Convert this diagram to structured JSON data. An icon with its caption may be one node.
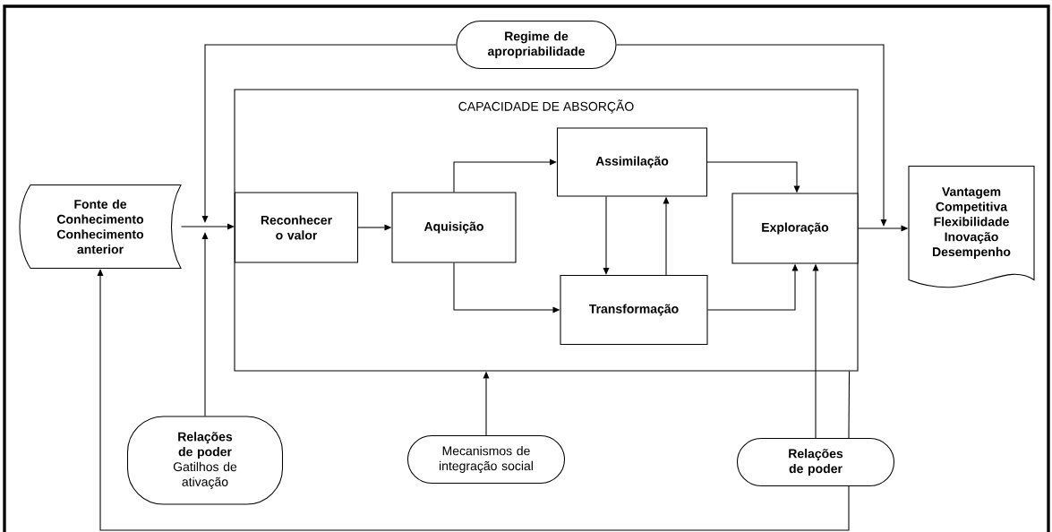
{
  "diagram": {
    "nodes": [
      {
        "text": [
          "Fonte de Conhecimento Conhecimento anterior"
        ]
      },
      {
        "text": [
          "Regime de apropriabilidade"
        ]
      },
      {
        "text": [
          "CAPACIDADE DE ABSORÇÃO"
        ]
      },
      {
        "text": [
          "Reconhecer o valor"
        ],
        "in": 2
      },
      {
        "text": [
          "Aquisição"
        ],
        "in": 2
      },
      {
        "text": [
          "Assimilação"
        ],
        "in": 2
      },
      {
        "text": [
          "Transformação"
        ],
        "in": 2
      },
      {
        "text": [
          "Exploração"
        ],
        "in": 2
      },
      {
        "text": [
          "Vantagem Competitiva Flexibilidade Inovação Desempenho"
        ]
      },
      {
        "text": [
          "Relações de poder",
          "Gatilhos de ativação"
        ]
      },
      {
        "text": [
          "Mecanismos de integração social"
        ]
      },
      {
        "text": [
          "Relações de poder"
        ]
      }
    ],
    "edges": [
      {
        "from": 0,
        "to": 3,
        "arrow": "to"
      },
      {
        "from": 1,
        "to": null,
        "arrow": "to"
      },
      {
        "from": 1,
        "to": null,
        "arrow": "to"
      },
      {
        "from": 9,
        "to": null,
        "arrow": "to"
      },
      {
        "from": 3,
        "to": 4,
        "arrow": "to"
      },
      {
        "from": 4,
        "to": 5,
        "arrow": "to"
      },
      {
        "from": 4,
        "to": 6,
        "arrow": "to"
      },
      {
        "from": 5,
        "to": 6,
        "arrow": "to"
      },
      {
        "from": 6,
        "to": 5,
        "arrow": "to"
      },
      {
        "from": 5,
        "to": 7,
        "arrow": "to"
      },
      {
        "from": 6,
        "to": 7,
        "arrow": "to"
      },
      {
        "from": 7,
        "to": 8,
        "arrow": "to"
      },
      {
        "from": 10,
        "to": 2,
        "arrow": "to"
      },
      {
        "from": 11,
        "to": 7,
        "arrow": "to"
      },
      {
        "from": 2,
        "to": 11,
        "arrow": "none"
      },
      {
        "from": 11,
        "to": 0,
        "arrow": "to"
      }
    ]
  }
}
